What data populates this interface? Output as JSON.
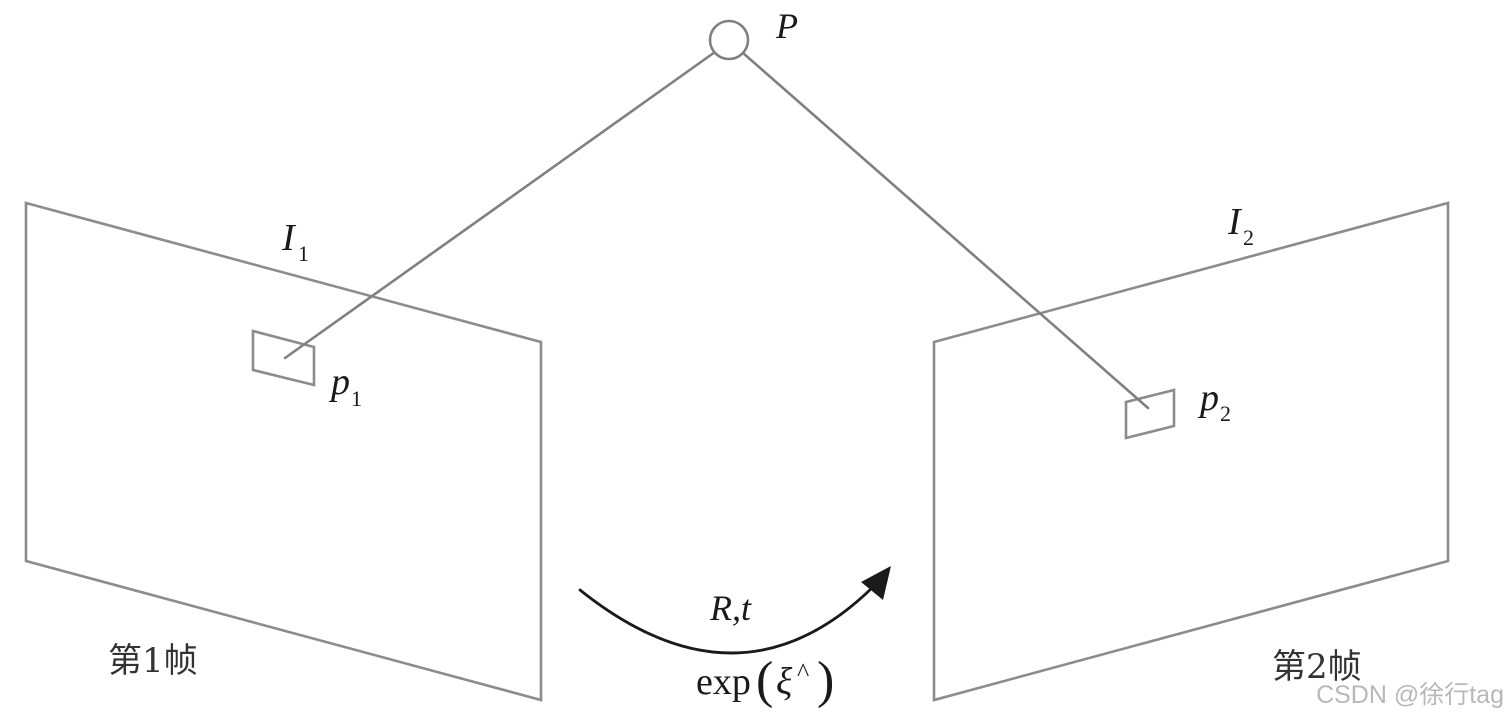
{
  "point": {
    "label": "P"
  },
  "frame1": {
    "image_label": "I",
    "image_index": "1",
    "keypoint_label": "p",
    "keypoint_index": "1",
    "caption": "第1帧"
  },
  "frame2": {
    "image_label": "I",
    "image_index": "2",
    "keypoint_label": "p",
    "keypoint_index": "2",
    "caption": "第2帧"
  },
  "motion": {
    "rt_label": "R,t",
    "exp_fn": "exp",
    "lparen": "(",
    "xi": "ξ",
    "hat": "^",
    "rparen": ")"
  },
  "watermark": {
    "text": "CSDN @徐行tag"
  },
  "colors": {
    "plane_stroke": "#8c8c8c",
    "ray_stroke": "#808080",
    "arrow": "#1a1a1a",
    "text": "#1a1a1a",
    "watermark": "#b8b8b8"
  }
}
